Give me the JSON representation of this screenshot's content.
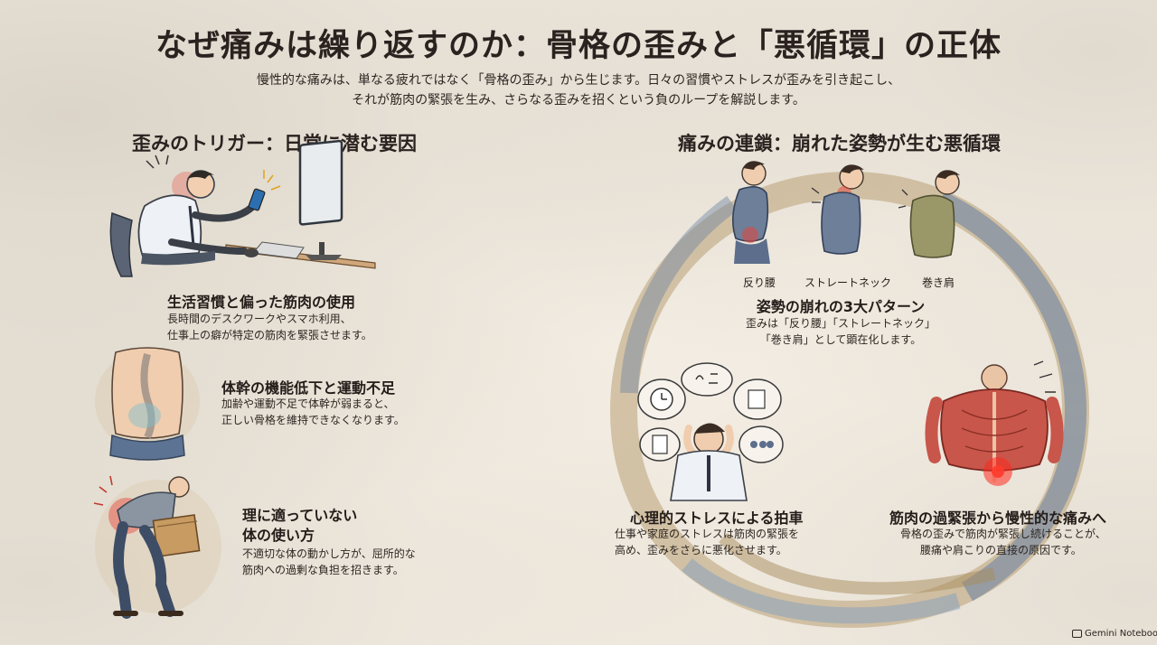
{
  "title": "なぜ痛みは繰り返すのか：骨格の歪みと「悪循環」の正体",
  "subtitle_lines": [
    "慢性的な痛みは、単なる疲れではなく「骨格の歪み」から生じます。日々の習慣やストレスが歪みを引き起こし、",
    "それが筋肉の緊張を生み、さらなる歪みを招くという負のループを解説します。"
  ],
  "left": {
    "heading": "歪みのトリガー：日常に潜む要因",
    "items": [
      {
        "title": "生活習慣と偏った筋肉の使用",
        "desc": [
          "長時間のデスクワークやスマホ利用、",
          "仕事上の癖が特定の筋肉を緊張させます。"
        ],
        "illustration": "desk-worker"
      },
      {
        "title": "体幹の機能低下と運動不足",
        "desc": [
          "加齢や運動不足で体幹が弱まると、",
          "正しい骨格を維持できなくなります。"
        ],
        "illustration": "weak-core-torso"
      },
      {
        "title": [
          "理に適っていない",
          "体の使い方"
        ],
        "desc": [
          "不適切な体の動かし方が、屈所的な",
          "筋肉への過剰な負担を招きます。"
        ],
        "illustration": "lifting-box"
      }
    ]
  },
  "right": {
    "heading": "痛みの連鎖：崩れた姿勢が生む悪循環",
    "posture_labels": [
      "反り腰",
      "ストレートネック",
      "巻き肩"
    ],
    "patterns": {
      "title": "姿勢の崩れの3大パターン",
      "desc": [
        "歪みは「反り腰」「ストレートネック」",
        "「巻き肩」として顕在化します。"
      ]
    },
    "stress": {
      "title": "心理的ストレスによる拍車",
      "desc": [
        "仕事や家庭のストレスは筋肉の緊張を",
        "高め、歪みをさらに悪化させます。"
      ]
    },
    "muscle": {
      "title": "筋肉の過緊張から慢性的な痛みへ",
      "desc": [
        "骨格の歪みで筋肉が緊張し続けることが、",
        "腰痛や肩こりの直接の原因です。"
      ]
    }
  },
  "footer": {
    "brand": "Gemini Notebook",
    "icon": "notebook-logo-icon"
  },
  "colors": {
    "background": "#f6f0e6",
    "ink": "#2a2320",
    "pain_red": "#d9362c",
    "loop_blue": "#6f86a4",
    "loop_tan": "#b49a6c"
  }
}
